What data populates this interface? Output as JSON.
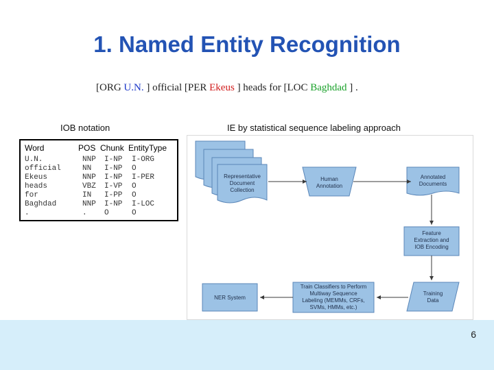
{
  "slide": {
    "title": "1. Named Entity Recognition",
    "page_number": "6"
  },
  "sentence": {
    "open1": "[ORG ",
    "org": "U.N.",
    "close1": " ] official [PER ",
    "per": "Ekeus",
    "close2": " ] heads for [LOC ",
    "loc": "Baghdad",
    "close3": " ] .",
    "colors": {
      "org": "#1a36c7",
      "per": "#d11b1b",
      "loc": "#1aa12a"
    }
  },
  "iob": {
    "label": "IOB notation",
    "headers": [
      "Word",
      "POS",
      "Chunk",
      "EntityType"
    ],
    "rows": [
      [
        "U.N.",
        "NNP",
        "I-NP",
        "I-ORG"
      ],
      [
        "official",
        "NN",
        "I-NP",
        "O"
      ],
      [
        "Ekeus",
        "NNP",
        "I-NP",
        "I-PER"
      ],
      [
        "heads",
        "VBZ",
        "I-VP",
        "O"
      ],
      [
        "for",
        "IN",
        "I-PP",
        "O"
      ],
      [
        "Baghdad",
        "NNP",
        "I-NP",
        "I-LOC"
      ],
      [
        ".",
        ".",
        "O",
        "O"
      ]
    ]
  },
  "diagram": {
    "label": "IE by statistical sequence labeling approach",
    "nodes": {
      "doc_collection": [
        "Representative",
        "Document",
        "Collection"
      ],
      "human_annotation": [
        "Human",
        "Annotation"
      ],
      "annotated_docs": [
        "Annotated",
        "Documents"
      ],
      "feature_extraction": [
        "Feature",
        "Extraction and",
        "IOB Encoding"
      ],
      "training_data": [
        "Training",
        "Data"
      ],
      "train_classifiers": [
        "Train Classifiers to Perform",
        "Multiway Sequence",
        "Labeling (MEMMs, CRFs,",
        "SVMs, HMMs, etc.)"
      ],
      "ner_system": [
        "NER System"
      ]
    },
    "colors": {
      "node_fill": "#9cc2e5",
      "node_stroke": "#5a86b8",
      "arrow": "#3a3a3a"
    }
  }
}
